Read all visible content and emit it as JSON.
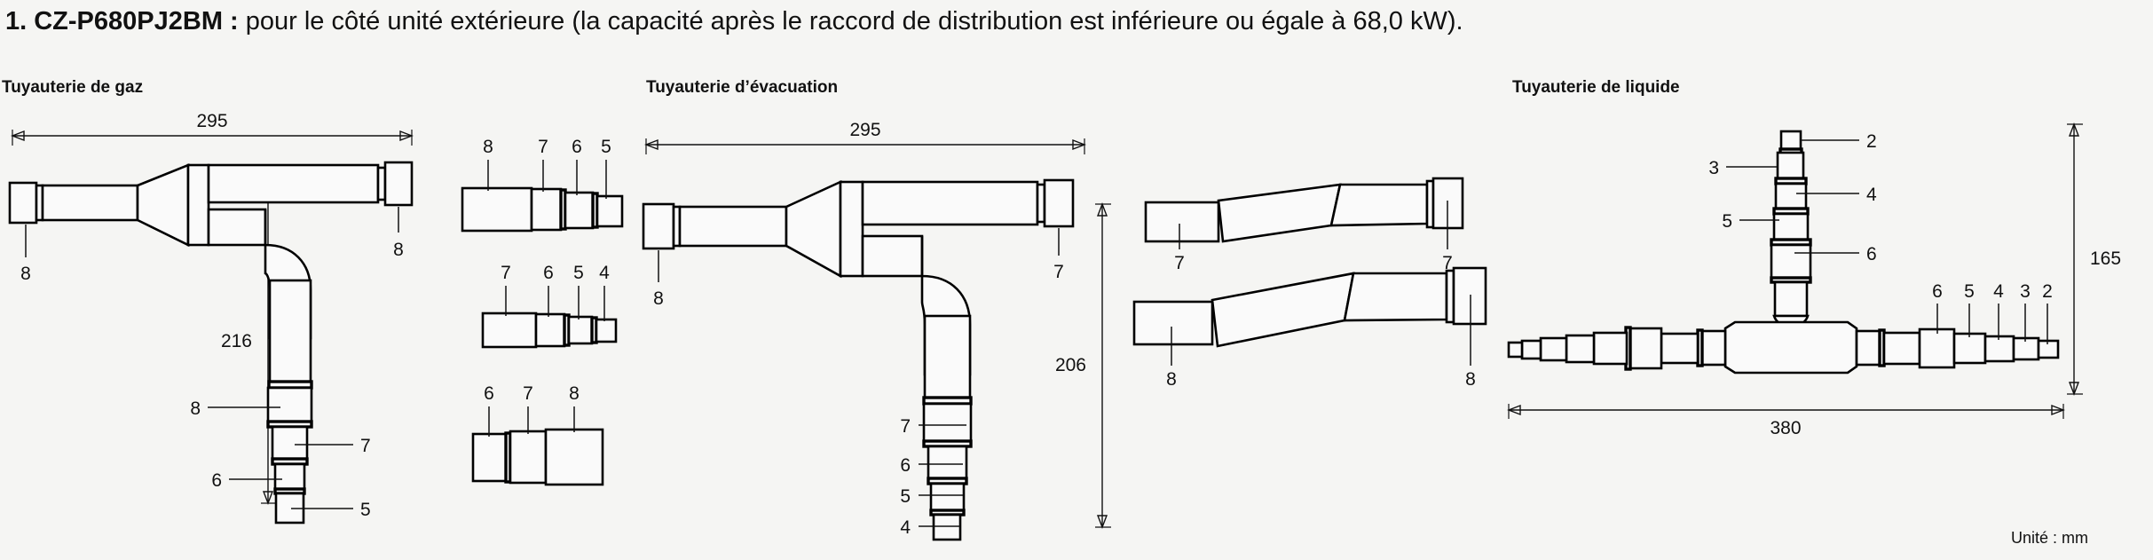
{
  "title": {
    "number_model": "1. CZ-P680PJ2BM :",
    "description": " pour le côté unité extérieure (la capacité après le raccord de distribution est inférieure ou égale à 68,0 kW)."
  },
  "sections": [
    {
      "id": "gas",
      "heading": "Tuyauterie de gaz"
    },
    {
      "id": "drain",
      "heading": "Tuyauterie d’évacuation"
    },
    {
      "id": "liquid",
      "heading": "Tuyauterie de liquide"
    }
  ],
  "unit_note": "Unité : mm",
  "dimensions": {
    "gas_width": "295",
    "gas_height": "216",
    "drain_width": "295",
    "drain_height": "206",
    "liquid_height": "165",
    "liquid_width": "380"
  },
  "gas_assembly": {
    "inlet_label": "8",
    "outlet_label": "8",
    "branch_labels": [
      "8",
      "7",
      "6",
      "5"
    ]
  },
  "gas_parts": [
    {
      "name": "reducer-set-1",
      "labels": [
        "8",
        "7",
        "6",
        "5"
      ]
    },
    {
      "name": "reducer-set-2",
      "labels": [
        "7",
        "6",
        "5",
        "4"
      ]
    },
    {
      "name": "reducer-set-3",
      "labels": [
        "6",
        "7",
        "8"
      ]
    }
  ],
  "drain_assembly": {
    "inlet_label": "8",
    "outlet_label": "7",
    "branch_labels": [
      "7",
      "6",
      "5",
      "4"
    ]
  },
  "drain_parts": [
    {
      "name": "offset-bend-upper",
      "left_label": "7",
      "right_label": "7"
    },
    {
      "name": "offset-bend-lower",
      "left_label": "8",
      "right_label": "8"
    }
  ],
  "liquid_assembly": {
    "riser_labels": [
      "2",
      "3",
      "4",
      "5",
      "6"
    ],
    "right_labels": [
      "6",
      "5",
      "4",
      "3",
      "2"
    ]
  },
  "colors": {
    "background": "#f5f5f3",
    "line": "#111111",
    "fill": "#fafafa"
  }
}
